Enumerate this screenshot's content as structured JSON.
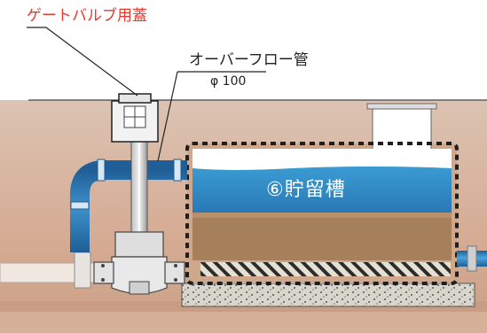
{
  "labels": {
    "gate_valve_cover": "ゲートバルブ用蓋",
    "overflow_pipe": "オーバーフロー管",
    "pipe_diameter": "φ 100",
    "storage_tank": "⑥貯留槽"
  },
  "colors": {
    "soil": "#d9b7a4",
    "soil_dark": "#a77c5b",
    "water": "#2f8dc6",
    "pipe": "#2e7fc1",
    "sediment": "#a27b52",
    "accent_red": "#e63a2e",
    "gravel": "#d8d6cf"
  }
}
